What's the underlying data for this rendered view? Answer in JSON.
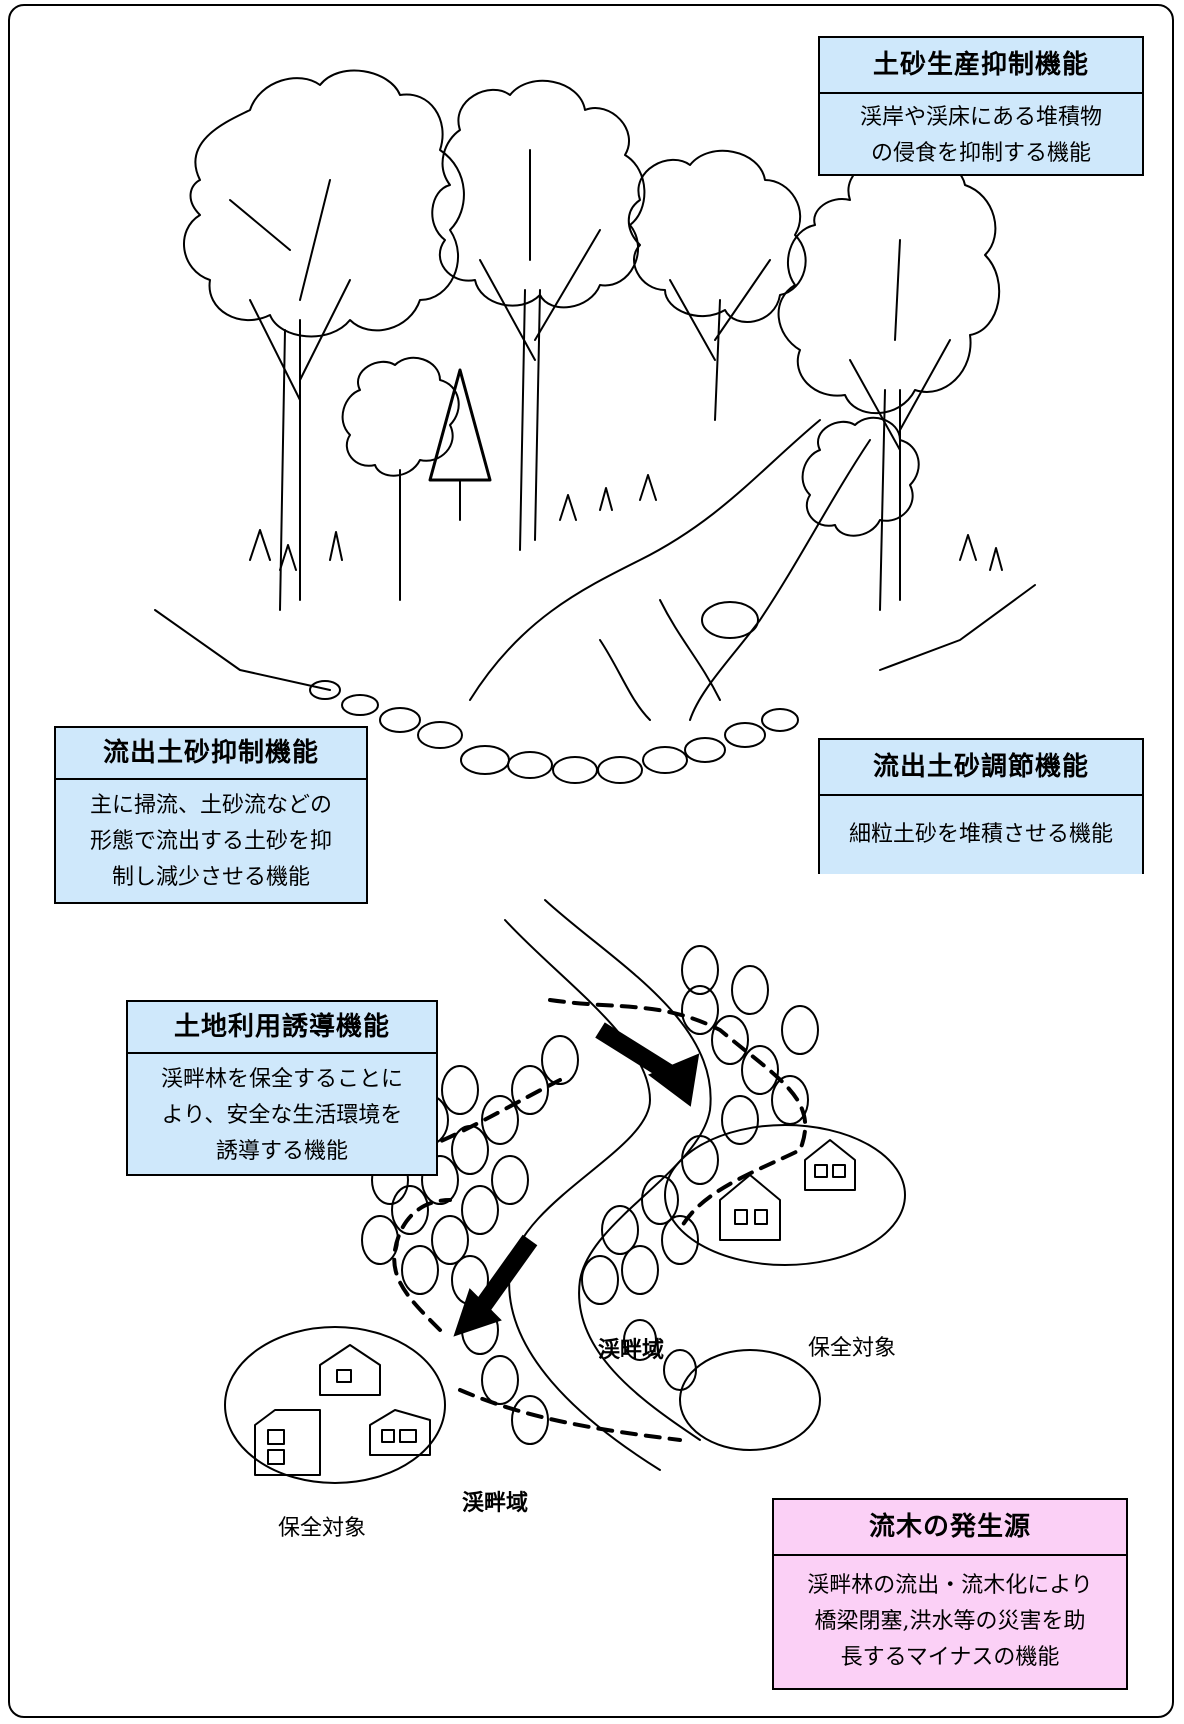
{
  "boxes": {
    "sediment_production": {
      "title": "土砂生産抑制機能",
      "body": "渓岸や渓床にある堆積物\nの侵食を抑制する機能",
      "color": "#cfe8fb"
    },
    "sediment_outflow_suppression": {
      "title": "流出土砂抑制機能",
      "body": "主に掃流、土砂流などの\n形態で流出する土砂を抑\n制し減少させる機能",
      "color": "#cfe8fb"
    },
    "sediment_outflow_regulation": {
      "title": "流出土砂調節機能",
      "body": "細粒土砂を堆積させる機能",
      "color": "#cfe8fb"
    },
    "land_use_guidance": {
      "title": "土地利用誘導機能",
      "body": "渓畔林を保全することに\nより、安全な生活環境を\n誘導する機能",
      "color": "#cfe8fb"
    },
    "driftwood_source": {
      "title": "流木の発生源",
      "body": "渓畔林の流出・流木化により\n橋梁閉塞,洪水等の災害を助\n長するマイナスの機能",
      "color": "#fbd0f6"
    }
  },
  "labels": {
    "protected_target": "保全対象",
    "riparian_zone": "渓畔域"
  },
  "icons": [
    "forest-illustration-icon",
    "house-icon",
    "tree-icon",
    "arrow-icon"
  ]
}
